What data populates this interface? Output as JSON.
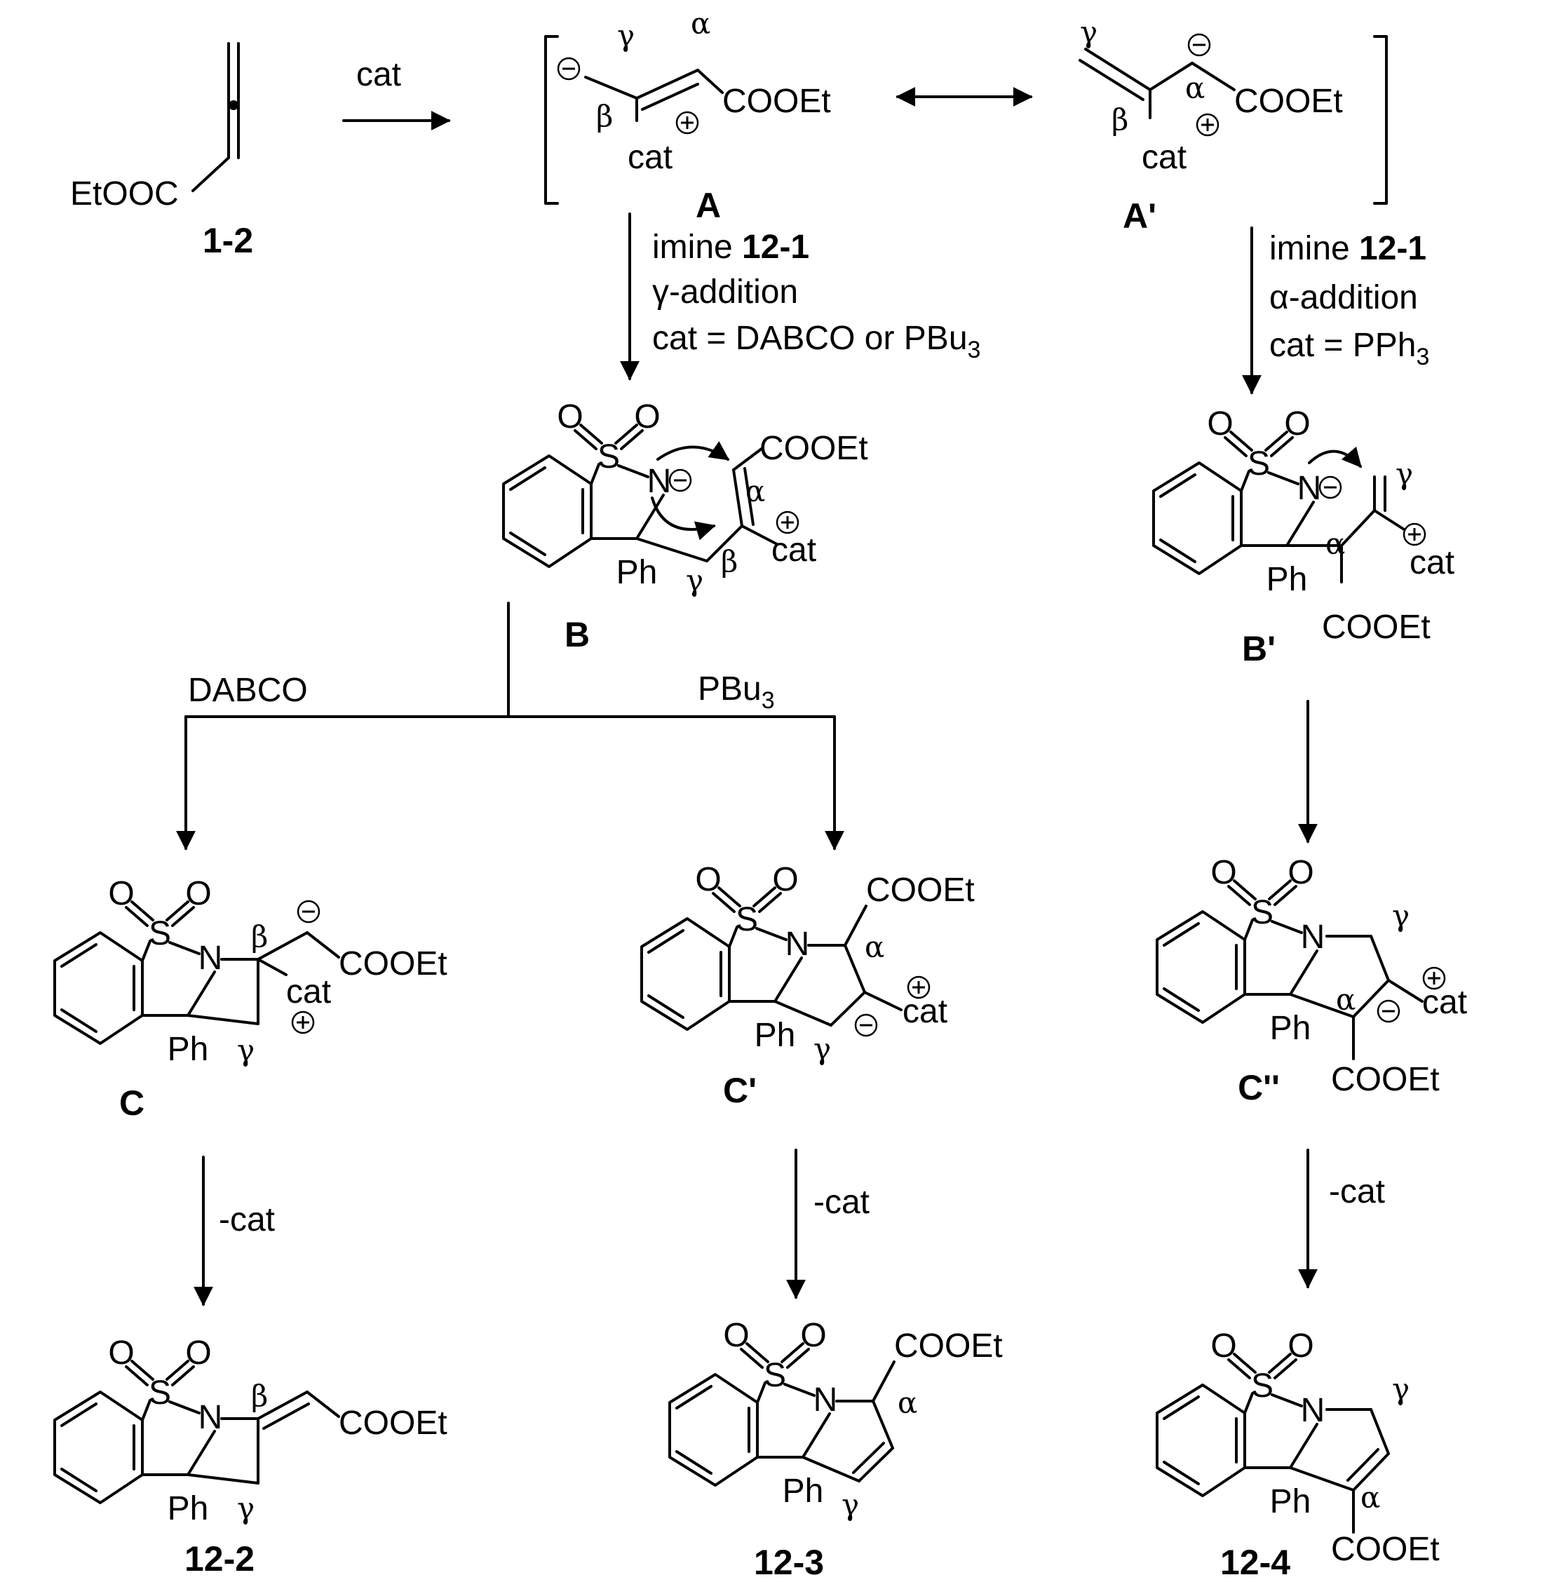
{
  "reactions": {
    "r1": "cat",
    "r2_line1_pre": "imine ",
    "r2_line1_bold": "12-1",
    "r2_line2": "γ-addition",
    "r2_line3": "cat = DABCO or PBu",
    "r2_sub": "3",
    "r3_line1_pre": "imine ",
    "r3_line1_bold": "12-1",
    "r3_line2": "α-addition",
    "r3_line3": "cat = PPh",
    "r3_sub": "3",
    "branch_left": "DABCO",
    "branch_right": "PBu",
    "branch_right_sub": "3",
    "remove_cat": "-cat"
  },
  "labels": {
    "sm": "1-2",
    "A": "A",
    "Ap": "A'",
    "B": "B",
    "Bp": "B'",
    "C": "C",
    "Cp": "C'",
    "Cpp": "C''",
    "p1": "12-2",
    "p2": "12-3",
    "p3": "12-4"
  },
  "atoms": {
    "ester": "COOEt",
    "ester_left": "EtOOC",
    "cat": "cat",
    "ph": "Ph",
    "s": "S",
    "n": "N",
    "o": "O"
  },
  "greek": {
    "alpha": "α",
    "beta": "β",
    "gamma": "γ"
  },
  "charges": {
    "plus": "+",
    "minus": "−"
  }
}
